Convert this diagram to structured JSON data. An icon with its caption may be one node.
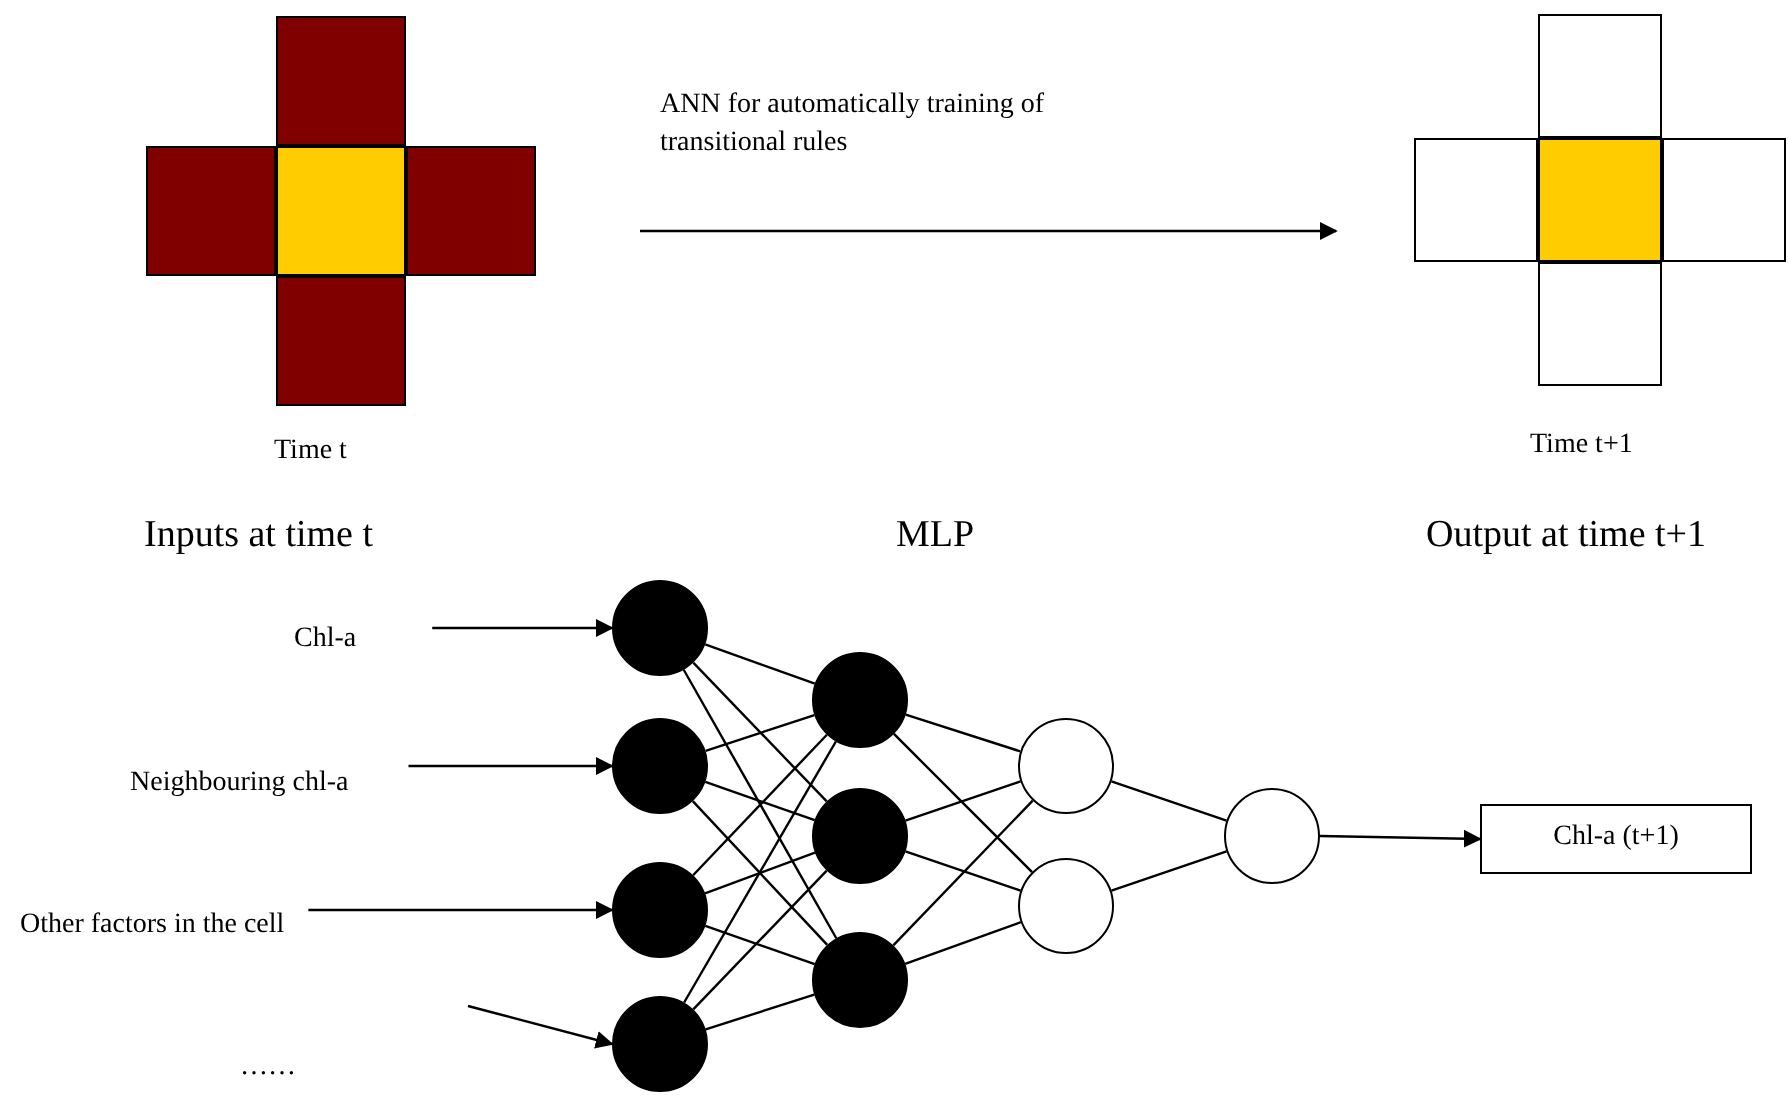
{
  "diagram": {
    "nodes": [
      {
        "text": [],
        "shape": "picture",
        "beside": [
          "Time t"
        ]
      },
      {
        "text": [],
        "shape": "picture",
        "beside": [
          "Time t+1"
        ]
      },
      {
        "text": [
          "Chl-a"
        ]
      },
      {
        "text": [
          "Neighbouring chl-a"
        ]
      },
      {
        "text": [
          "Other factors in the cell"
        ]
      },
      {
        "text": [],
        "shape": "circle"
      },
      {
        "text": [],
        "shape": "circle"
      },
      {
        "text": [],
        "shape": "circle"
      },
      {
        "text": [],
        "shape": "circle"
      },
      {
        "text": [],
        "shape": "circle"
      },
      {
        "text": [],
        "shape": "circle"
      },
      {
        "text": [],
        "shape": "circle"
      },
      {
        "text": [],
        "shape": "circle"
      },
      {
        "text": [],
        "shape": "circle"
      },
      {
        "text": [],
        "shape": "circle"
      },
      {
        "text": [
          "Chl-a (t+1)"
        ]
      }
    ],
    "edges": [
      {
        "from": 0,
        "to": 1,
        "arrow": "to",
        "label": "ANN for automatically training of transitional rules"
      },
      {
        "from": 2,
        "to": 5,
        "arrow": "to"
      },
      {
        "from": 3,
        "to": 6,
        "arrow": "to"
      },
      {
        "from": 4,
        "to": 7,
        "arrow": "to"
      },
      {
        "from": null,
        "to": 8,
        "arrow": "to"
      },
      {
        "from": 5,
        "to": 9,
        "arrow": "none"
      },
      {
        "from": 5,
        "to": 10,
        "arrow": "none"
      },
      {
        "from": 5,
        "to": 11,
        "arrow": "none"
      },
      {
        "from": 6,
        "to": 9,
        "arrow": "none"
      },
      {
        "from": 6,
        "to": 10,
        "arrow": "none"
      },
      {
        "from": 6,
        "to": 11,
        "arrow": "none"
      },
      {
        "from": 7,
        "to": 9,
        "arrow": "none"
      },
      {
        "from": 7,
        "to": 10,
        "arrow": "none"
      },
      {
        "from": 7,
        "to": 11,
        "arrow": "none"
      },
      {
        "from": 8,
        "to": 9,
        "arrow": "none"
      },
      {
        "from": 8,
        "to": 10,
        "arrow": "none"
      },
      {
        "from": 8,
        "to": 11,
        "arrow": "none"
      },
      {
        "from": 9,
        "to": 12,
        "arrow": "none"
      },
      {
        "from": 9,
        "to": 13,
        "arrow": "none"
      },
      {
        "from": 10,
        "to": 12,
        "arrow": "none"
      },
      {
        "from": 10,
        "to": 13,
        "arrow": "none"
      },
      {
        "from": 11,
        "to": 12,
        "arrow": "none"
      },
      {
        "from": 11,
        "to": 13,
        "arrow": "none"
      },
      {
        "from": 12,
        "to": 14,
        "arrow": "none"
      },
      {
        "from": 13,
        "to": 14,
        "arrow": "none"
      },
      {
        "from": 14,
        "to": 15,
        "arrow": "to"
      }
    ],
    "labels": [
      "Inputs at time t",
      "MLP",
      "Output at time t+1",
      "……"
    ]
  }
}
